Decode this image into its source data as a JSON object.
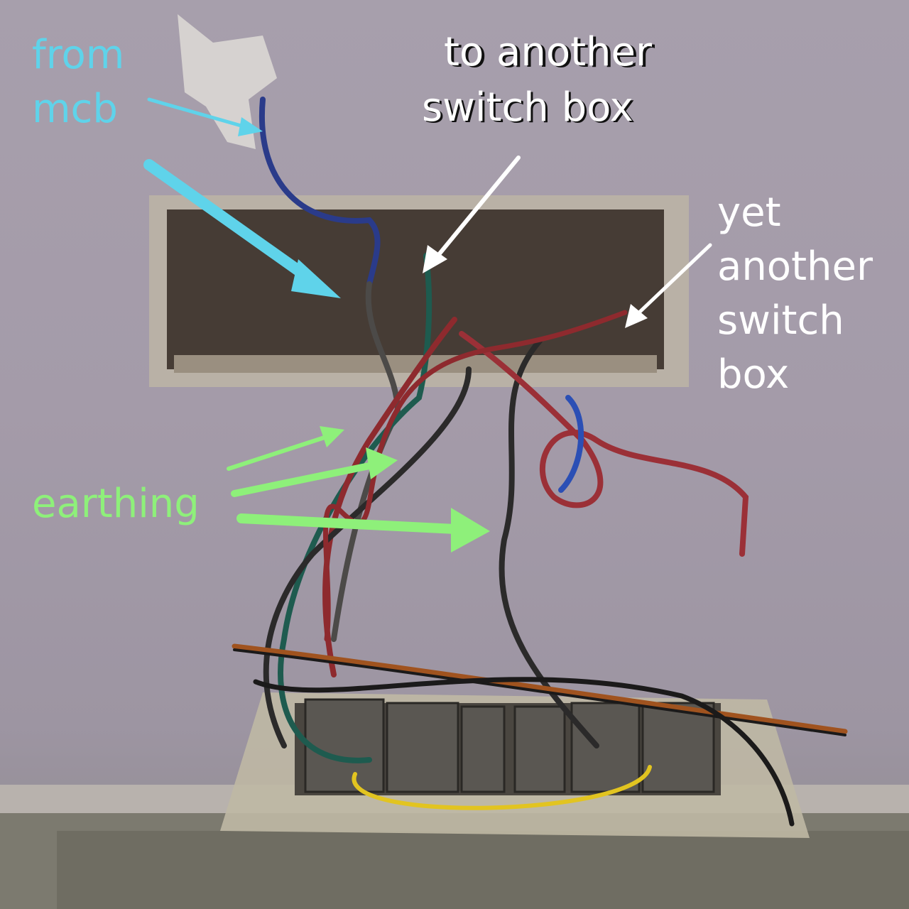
{
  "labels": {
    "from_mcb": [
      "from",
      "mcb"
    ],
    "to_another": [
      "to another",
      "switch box"
    ],
    "yet_another": [
      "yet",
      "another",
      "switch",
      "box"
    ],
    "earthing": "earthing"
  },
  "colors": {
    "wall": "#a79fac",
    "from_mcb_label": "#5fd3ea",
    "earthing_label": "#8ef07a",
    "annotation_white": "#ffffff"
  }
}
